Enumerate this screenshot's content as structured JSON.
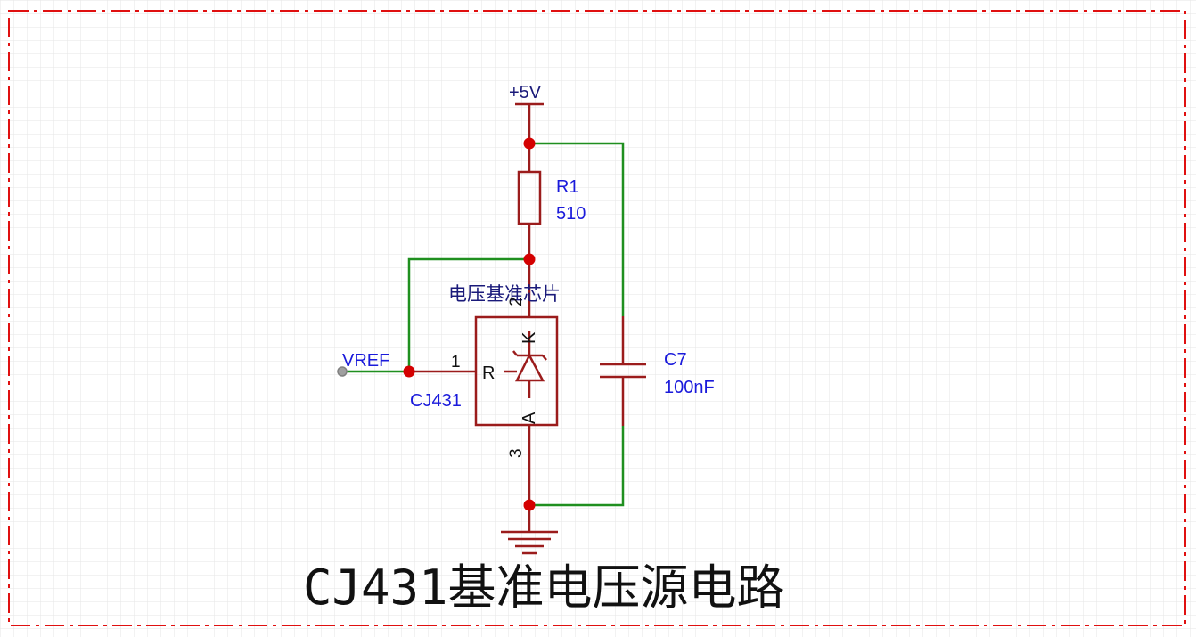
{
  "schematic": {
    "title": "CJ431基准电压源电路",
    "power_label": "+5V",
    "resistor": {
      "designator": "R1",
      "value": "510"
    },
    "capacitor": {
      "designator": "C7",
      "value": "100nF"
    },
    "ic": {
      "designator": "CJ431",
      "name": "电压基准芯片",
      "pin1_number": "1",
      "pin2_number": "2",
      "pin3_number": "3",
      "pin_r_label": "R",
      "pin_k_label": "K",
      "pin_a_label": "A"
    },
    "net_label": "VREF"
  },
  "colors": {
    "component": "#9b1c1c",
    "wire": "#1f8f1f",
    "junction": "#d40000",
    "designator": "#1a1adb",
    "text": "#1a1a7a",
    "frame": "#e01010",
    "grid": "#e6e6e6"
  }
}
